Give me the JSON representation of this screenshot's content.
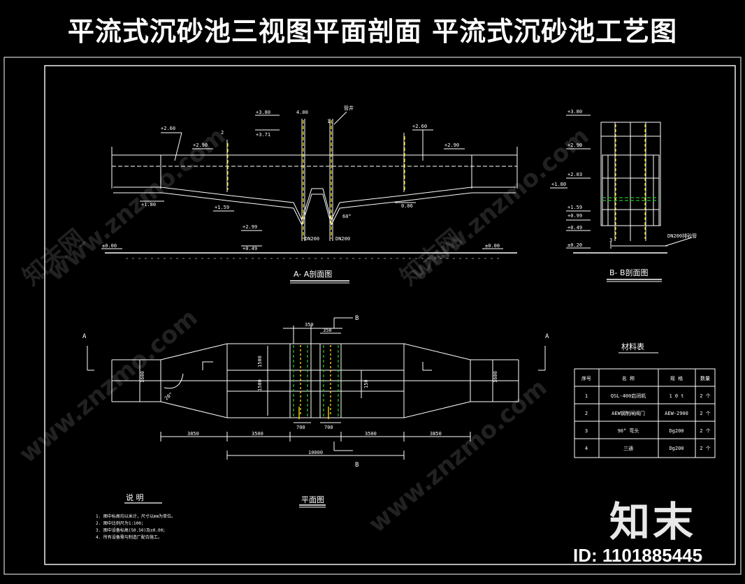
{
  "banner": {
    "title": "平流式沉砂池三视图平面剖面  平流式沉砂池工艺图"
  },
  "section_aa": {
    "title": "A- A剖面图",
    "elev_380": "+3.80",
    "elev_371": "+3.71",
    "elev_400": "4.00",
    "elev_260_l": "+2.60",
    "elev_290_l": "+2.90",
    "elev_260_r": "+2.60",
    "elev_290_r": "+2.90",
    "elev_180": "+1.80",
    "elev_159": "+1.59",
    "elev_006": "0.06",
    "elev_299": "+2.99",
    "elev_049": "+0.49",
    "elev_000_l": "±0.00",
    "elev_000_r": "±0.00",
    "dn_left": "DN200",
    "dn_right": "DN200",
    "angle": "60°",
    "mark_2": "2",
    "mark_1": "1",
    "pipe_label": "管井"
  },
  "section_bb": {
    "title": "B- B剖面图",
    "elev_380": "+3.80",
    "elev_290": "+2.90",
    "elev_203": "+2.03",
    "elev_180": "+1.80",
    "elev_159": "+1.59",
    "elev_099": "+0.99",
    "elev_049": "+0.49",
    "elev_020": "±0.20",
    "dn_label": "DN200排砂管",
    "mark_3": "3"
  },
  "plan": {
    "title": "平面图",
    "section_a_left": "A",
    "section_a_right": "A",
    "section_b_top": "B",
    "section_b_bottom": "B",
    "dim_350_a": "350",
    "dim_350_b": "350",
    "dim_1500_top": "1500",
    "dim_1500_bot": "1500",
    "dim_1600_l": "1600",
    "dim_1600_r": "1600",
    "dim_150": "150",
    "angle_20": "20°",
    "dim_700_l": "700",
    "dim_700_r": "700",
    "dim_3850_l": "3850",
    "dim_3500_l": "3500",
    "dim_3500_r": "3500",
    "dim_3850_r": "3850",
    "dim_total": "10000"
  },
  "notes": {
    "title": "说    明",
    "lines": [
      "1. 图中标高均以米计，尺寸以mm为单位。",
      "2. 图中比例尺为1:100；",
      "3. 图中设备标高(50.50)及±0.00；",
      "4. 所有设备需与制造厂配合施工。"
    ]
  },
  "materials": {
    "title": "材料表",
    "headers": [
      "序号",
      "名  称",
      "规  格",
      "数量"
    ],
    "rows": [
      [
        "1",
        "QSL-400启闭机",
        "1 0 t",
        "2 个"
      ],
      [
        "2",
        "AEW钢制闸阀门",
        "AEW-2900",
        "2 个"
      ],
      [
        "3",
        "90° 弯头",
        "Dg200",
        "2 个"
      ],
      [
        "4",
        "三通",
        "Dg200",
        "2 个"
      ]
    ]
  },
  "watermark": {
    "site": "www.znzmo.com",
    "cn": "知末网"
  },
  "brand": {
    "logo": "知末",
    "id": "ID: 1101885445"
  }
}
